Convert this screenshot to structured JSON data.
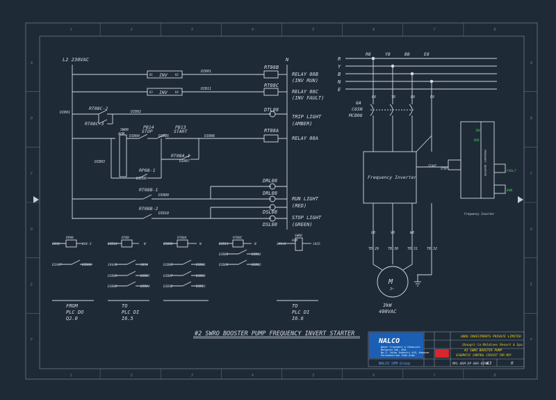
{
  "colors": {
    "bg": "#1f2a37",
    "line": "#d6dbe3",
    "frame": "#5b6a7b",
    "green": "#39d353",
    "blue": "#1a5fb4",
    "red": "#d8262d",
    "yellow": "#f5d90a"
  },
  "grid": {
    "cols": [
      "1",
      "2",
      "3",
      "4",
      "5",
      "6",
      "7",
      "8"
    ],
    "rows": [
      "A",
      "B",
      "C",
      "D",
      "E",
      "F"
    ]
  },
  "title": "#2 SWRO BOOSTER PUMP FREQUENCY INVERT STARTER",
  "supply": {
    "l2": "L2 230VAC",
    "n": "N"
  },
  "ladder": {
    "inv1": "INV",
    "inv2": "INV",
    "t_a1": "A1",
    "t_a2": "A2",
    "k1": "K1",
    "k2": "K2",
    "k3": "K3",
    "k4": "K4",
    "dib01": "DIB01",
    "dib11": "DIB11",
    "rt08b": "RT08B",
    "rt08c": "RT08C",
    "relay08b": "RELAY 08B",
    "relay08b2": "(INV RUN)",
    "relay08c": "RELAY 08C",
    "relay08c2": "(INV FAULT)",
    "rt08c2": "RT08C-2",
    "dib01b": "DIB01",
    "dib02": "DIB02",
    "rt08c3": "RT08C-3",
    "dtl08": "DTL08",
    "trip": "TRIP LIGHT",
    "trip2": "(AMBER)",
    "sw08": "SW08",
    "aom": "AOM",
    "pb14": "PB14",
    "stop": "STOP",
    "pb13": "PB13",
    "start": "START",
    "dib03": "DIB03",
    "dib04": "DIB04",
    "dib05": "DIB05",
    "dib06": "DIB06",
    "rt08a": "RT08A",
    "relay08a": "RELAY 08A",
    "rt08a1": "RT08A-1",
    "dib07": "DIB07",
    "rp08_1": "RP08-1",
    "dib08": "DIB08",
    "drl08": "DRL08",
    "rt08b1": "RT08B-1",
    "dib09": "DIB09",
    "drl08b": "DRL08",
    "run": "RUN LIGHT",
    "run2": "(RED)",
    "rt08b2": "RT08B-2",
    "dib10": "DIB10",
    "dsl08": "DSL08",
    "dsl08b": "DSL08",
    "stopl": "STOP LIGHT",
    "stopl2": "(GREEN)"
  },
  "power": {
    "r": "R",
    "y": "Y",
    "b": "B",
    "n": "N",
    "e": "E",
    "r8": "R8",
    "y8": "Y8",
    "b8": "B8",
    "e8": "E8",
    "c1": "6A",
    "c2": "C65N",
    "c3": "MCB08",
    "inv": "Frequency Inverter",
    "r8b": "R8",
    "y8b": "Y8",
    "b8b": "B8",
    "e8b": "E8",
    "u8": "U8",
    "v8": "V8",
    "w8": "W8",
    "t29": "TB.29",
    "t30": "TB.30",
    "t31": "TB.31",
    "t32": "TB.32",
    "m": "M",
    "m3": "3~",
    "kw": "3kW",
    "vac": "400VAC",
    "start_t": "START",
    "stop_t": "STOP"
  },
  "module": {
    "inv": "INV",
    "dkw": "DKW",
    "fault": "FAULT",
    "run": "RUN",
    "caption": "Frequency Inverter",
    "side": "FREQUENCY INVERTER"
  },
  "plc": {
    "b1h": "RP08",
    "b1l": "20S0",
    "b1r": "24V-2",
    "b1a": "DIA07",
    "b1b": "DIB08",
    "b2h": "RT08",
    "b2l": "DIB10",
    "b2r": "N",
    "b2a": "24Vd1",
    "b2b": "1034",
    "b2c": "DIB03",
    "b2d": "DIB05",
    "b2e": "DIB02",
    "b2f": "DIB04",
    "b3h": "RT08A",
    "b3l": "DIB08",
    "b3r": "N",
    "b3a": "DIB05",
    "b3b": "DIB06",
    "b3c": "DIB07",
    "b3d": "DIB08",
    "b3e": "DIB12",
    "b3f": "DIB13",
    "b4h": "RT08C",
    "b4l": "DIB11",
    "b4r": "N",
    "b4a": "DIB01",
    "b4b": "DIB02",
    "b4c": "DIB01",
    "b4d": "DIB02",
    "b5h": "SW08",
    "b5a": "AOM",
    "b5l": "24Vd1",
    "b5r": "1035",
    "f1": "FROM",
    "f2": "PLC DO",
    "f3": "Q2.0",
    "t1": "TO",
    "t2": "PLC DI",
    "t3": "I6.5",
    "u1": "TO",
    "u2": "PLC DI",
    "u3": "I6.6"
  },
  "titleblock": {
    "logo": "NALCO",
    "tagline1": "Water Treatment & Chemicals",
    "tagline2": "Malaysia Sdn. Bhd.",
    "tagline3": "No.3, Jalan Industri 4/8, Kawasan",
    "tagline4": "Perindustrian Shah Alam",
    "company": "NALCO SEM Group",
    "client": "ADDU INVESTMENTS PRIVATE LIMITED",
    "project": "Shangri-la Maldives Resort & Spa",
    "sub": "#2 SWRO BOOSTER PUMP",
    "desc": "SCHEMATIC CONTROL CIRCUIT FOR MCP",
    "dwg": "MPL-NSM-DP-006-01MB",
    "size": "A3",
    "rev": "0"
  }
}
